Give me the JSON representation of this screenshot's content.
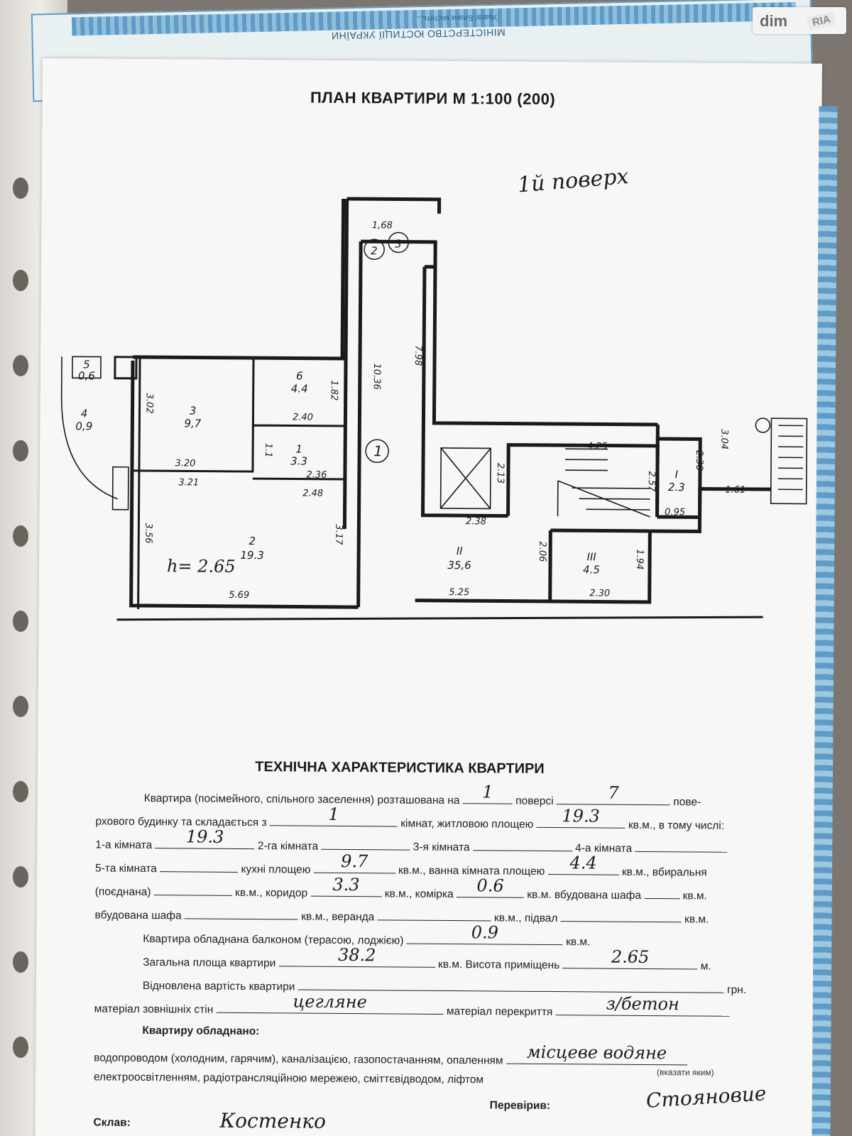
{
  "certificate": {
    "header": "МІНІСТЕРСТВО ЮСТИЦІЇ УКРАЇНИ",
    "subheader": "Увага! Бланк містить..."
  },
  "watermark": {
    "brand": "dim",
    "badge": "RIA"
  },
  "plan": {
    "title": "ПЛАН КВАРТИРИ М 1:100 (200)",
    "floor_note": "1й поверх",
    "height_note": "h= 2.65",
    "rooms": [
      {
        "no": "1",
        "area": "3.3"
      },
      {
        "no": "2",
        "area": "19.3"
      },
      {
        "no": "3",
        "area": "9,7"
      },
      {
        "no": "4",
        "area": "0,9"
      },
      {
        "no": "5",
        "area": "0,6"
      },
      {
        "no": "6",
        "area": "4.4"
      },
      {
        "no": "I",
        "area": "2.3"
      },
      {
        "no": "II",
        "area": "35,6"
      },
      {
        "no": "III",
        "area": "4.5"
      }
    ],
    "markers": [
      "1",
      "2",
      "3"
    ],
    "dims": [
      "1,68",
      "10.36",
      "7.98",
      "3.02",
      "1.82",
      "2.40",
      "1.1",
      "3.20",
      "3.21",
      "2.36",
      "2.48",
      "3.56",
      "3.17",
      "5.69",
      "2.13",
      "2.38",
      "5.25",
      "4.25",
      "2.57",
      "2.38",
      "3.04",
      "1.61",
      "0.95",
      "2.06",
      "1.94",
      "2.30"
    ]
  },
  "tech": {
    "title": "ТЕХНІЧНА ХАРАКТЕРИСТИКА КВАРТИРИ",
    "l1a": "Квартира (посімейного, спільного заселення) розташована на",
    "l1b": "поверсі",
    "l1c": "пове-",
    "floor": "1",
    "floors_total": "7",
    "l2a": "рхового будинку та складається з",
    "l2b": "кімнат, житловою площею",
    "l2c": "кв.м., в тому числі:",
    "rooms": "1",
    "living_area": "19.3",
    "l3a": "1-а кімната",
    "l3b": "2-га кімната",
    "l3c": "3-я кімната",
    "l3d": "4-а кімната",
    "room1": "19.3",
    "l4a": "5-та кімната",
    "l4b": "кухні площею",
    "l4c": "кв.м., ванна кімната площею",
    "l4d": "кв.м., вбиральня",
    "kitchen": "9.7",
    "bath": "4.4",
    "l5a": "(поєднана)",
    "l5b": "кв.м., коридор",
    "l5c": "кв.м., комірка",
    "l5d": "кв.м. вбудована шафа",
    "l5e": "кв.м.",
    "corridor": "3.3",
    "storage": "0.6",
    "l6a": "вбудована шафа",
    "l6b": "кв.м., веранда",
    "l6c": "кв.м., підвал",
    "l6d": "кв.м.",
    "l7a": "Квартира обладнана балконом (терасою, лоджією)",
    "l7b": "кв.м.",
    "balcony": "0.9",
    "l8a": "Загальна площа квартири",
    "l8b": "кв.м. Висота приміщень",
    "l8c": "м.",
    "total_area": "38.2",
    "height": "2.65",
    "l9a": "Відновлена вартість квартири",
    "l9b": "грн.",
    "l10a": "матеріал зовнішніх стін",
    "l10b": "матеріал перекриття",
    "walls": "цегляне",
    "ceiling": "з/бетон",
    "l11": "Квартиру обладнано:",
    "l12a": "водопроводом (холодним, гарячим), каналізацією, газопостачанням, опаленням",
    "heating": "місцеве водяне",
    "hint": "(вказати яким)",
    "l13a": "електроосвітленням, радіотрансляційною мережею, сміттєвідводом, ліфтом",
    "l14a": "Склав:",
    "l14b": "Перевірив:",
    "composer": "Костенко",
    "checker": "Стояновие"
  }
}
